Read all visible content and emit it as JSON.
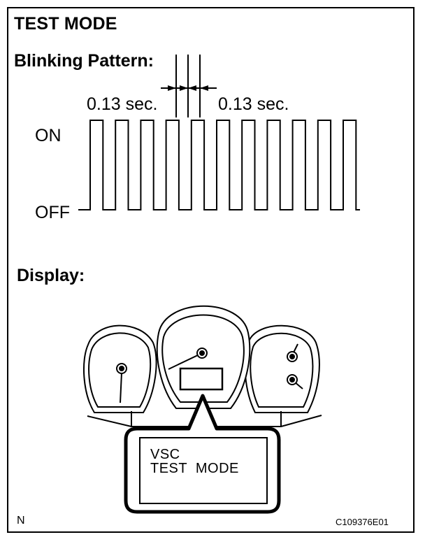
{
  "title": "TEST MODE",
  "blinking": {
    "heading": "Blinking Pattern:",
    "interval_left": "0.13 sec.",
    "interval_right": "0.13 sec.",
    "on_label": "ON",
    "off_label": "OFF",
    "pulse_count": 11
  },
  "display": {
    "heading": "Display:",
    "lcd_line1": "VSC",
    "lcd_line2": "TEST  MODE"
  },
  "corner_mark": "N",
  "figure_code": "C109376E01"
}
